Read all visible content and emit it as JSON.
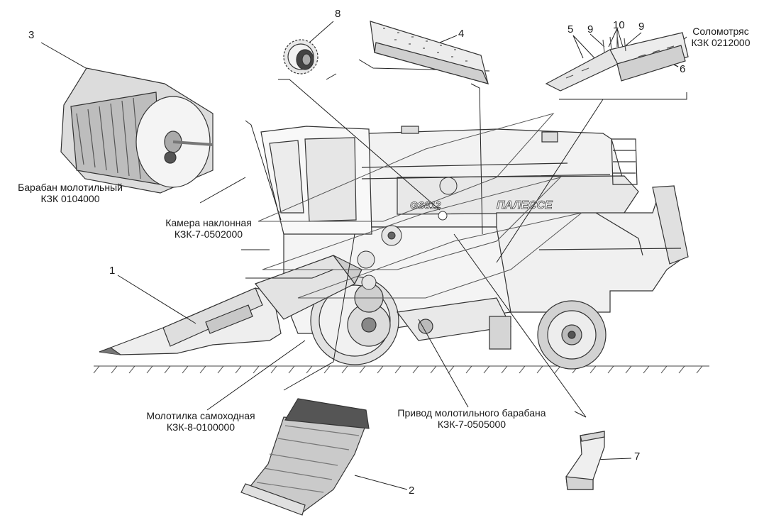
{
  "callouts": {
    "n1": "1",
    "n2": "2",
    "n3": "3",
    "n4": "4",
    "n5": "5",
    "n6": "6",
    "n7": "7",
    "n8": "8",
    "n9a": "9",
    "n9b": "9",
    "n10": "10"
  },
  "labels": {
    "drum_name": "Барабан молотильный",
    "drum_code": "КЗК 0104000",
    "feeder_name": "Камера наклонная",
    "feeder_code": "КЗК-7-0502000",
    "thresher_name": "Молотилка самоходная",
    "thresher_code": "КЗК-8-0100000",
    "drive_name": "Привод молотильного барабана",
    "drive_code": "КЗК-7-0505000",
    "walker_name": "Соломотряс",
    "walker_code": "КЗК 0212000"
  },
  "machine_branding": {
    "model": "GS812",
    "brand": "ПАЛЕССЕ"
  },
  "colors": {
    "line": "#333333",
    "fill_light": "#f4f4f4",
    "fill_mid": "#d8d8d8",
    "fill_dark": "#555555"
  }
}
